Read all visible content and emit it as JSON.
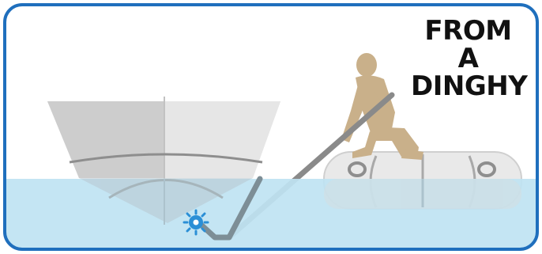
{
  "caption": {
    "lines": [
      "FROM",
      "A",
      "DINGHY"
    ]
  },
  "colors": {
    "frame_border": "#1f6fbd",
    "water": "#bfe3f2",
    "boat_hull": "#d6d6d6",
    "boat_hull_dark": "#c8c8c8",
    "person": "#c9b08a",
    "dinghy": "#e8e8e8",
    "pole": "#7a7a7a",
    "cleaner_head": "#2b8fd6",
    "caption_text": "#111111"
  },
  "icons": {
    "boat": "boat-hull-illustration",
    "person": "kneeling-person-illustration",
    "dinghy": "inflatable-dinghy-illustration",
    "pole": "cleaning-pole-illustration",
    "brush": "hull-cleaner-head-icon"
  }
}
